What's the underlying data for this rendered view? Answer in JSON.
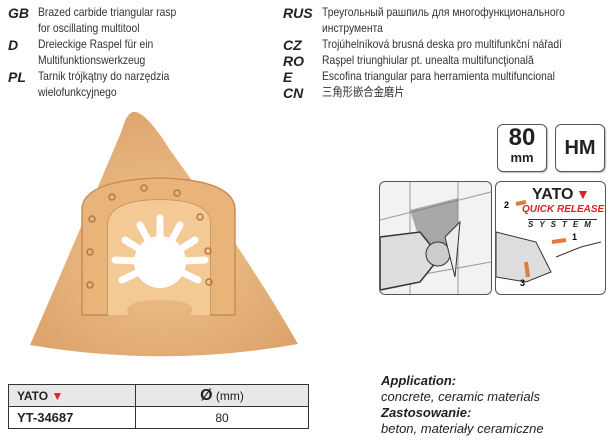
{
  "languages_left": [
    {
      "code": "GB",
      "lines": [
        "Brazed carbide triangular rasp",
        "for oscillating multitool"
      ]
    },
    {
      "code": "D",
      "lines": [
        "Dreieckige Raspel für ein",
        "Multifunktionswerkzeug"
      ]
    },
    {
      "code": "PL",
      "lines": [
        "Tarnik trójkątny do narzędzia",
        "wielofunkcyjnego"
      ]
    }
  ],
  "languages_right": [
    {
      "code": "RUS",
      "lines": [
        "Треугольный рашпиль для многофункционального",
        "инструмента"
      ]
    },
    {
      "code": "CZ",
      "lines": [
        "Trojúhelníková brusná deska pro multifunkční nářadí"
      ]
    },
    {
      "code": "RO",
      "lines": [
        "Raşpel triunghiular pt. unealta multifuncţională"
      ]
    },
    {
      "code": "E",
      "lines": [
        "Escofina triangular para herramienta multifuncional"
      ]
    },
    {
      "code": "CN",
      "lines": [
        "三角形嵌合金磨片"
      ]
    }
  ],
  "badges": {
    "size": "80",
    "unit": "mm",
    "material": "HM"
  },
  "quick_release": {
    "brand": "YATO",
    "line1": "QUICK RELEASE",
    "line2": "SYSTEM",
    "steps": [
      "1",
      "2",
      "3"
    ]
  },
  "table": {
    "brand": "YATO",
    "diameter_symbol": "Ø",
    "diameter_unit": "(mm)",
    "model": "YT-34687",
    "diameter": "80"
  },
  "application": {
    "title_en": "Application:",
    "text_en": "concrete, ceramic materials",
    "title_pl": "Zastosowanie:",
    "text_pl": "beton, materiały ceramiczne"
  },
  "colors": {
    "blade": "#e6b47e",
    "accent_red": "#d8232a",
    "header_gray": "#e8e8e8"
  }
}
